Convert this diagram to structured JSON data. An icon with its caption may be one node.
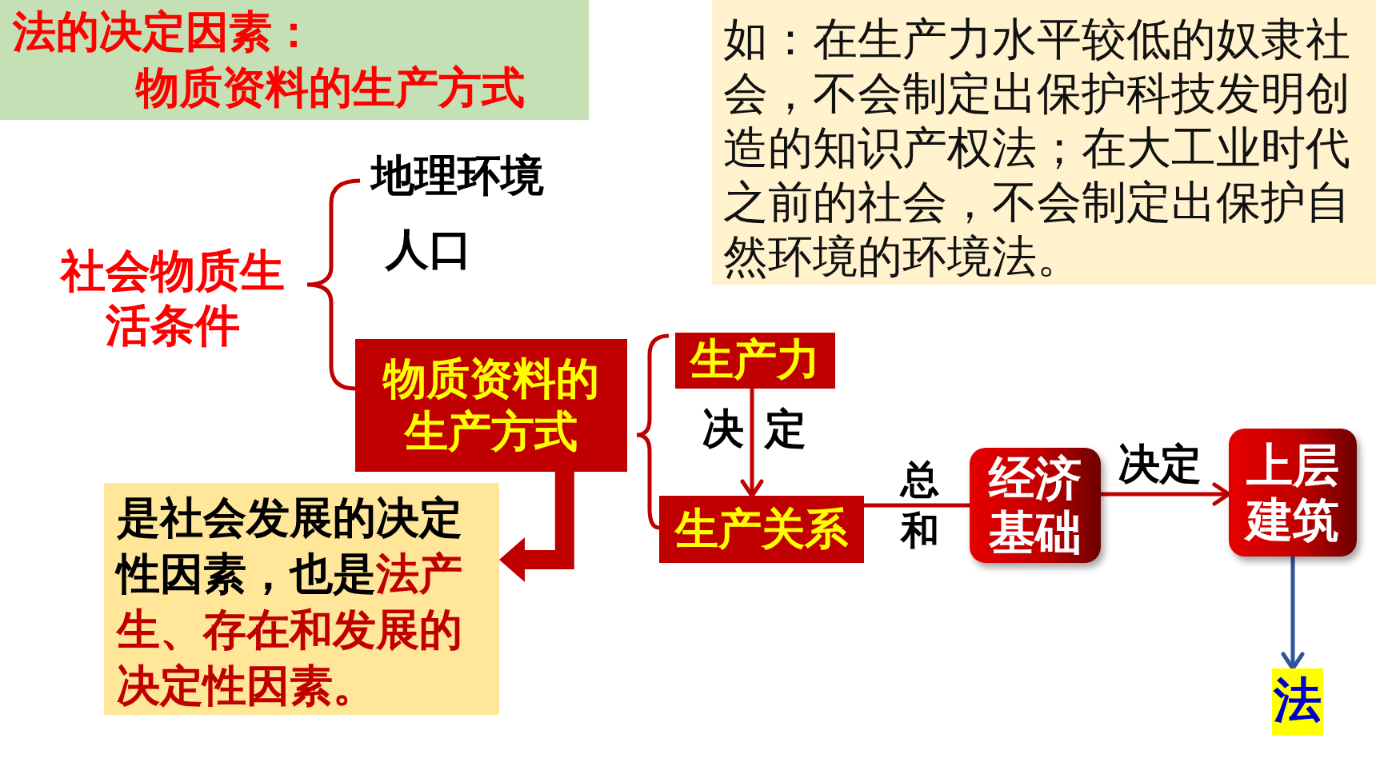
{
  "diagram": {
    "nodes": [
      {
        "text": [
          "法的决定因素：",
          "物质资料的生产方式"
        ]
      },
      {
        "text": [
          "如：在生产力水平较低的奴隶社会，不会制定出保护科技发明创造的知识产权法；在大工业时代之前的社会，不会制定出保护自然环境的环境法。"
        ]
      },
      {
        "text": [
          "物质资料的生产方式"
        ]
      },
      {
        "text": [
          "生产力"
        ]
      },
      {
        "text": [
          "生产关系"
        ]
      },
      {
        "text": [
          "是社会发展的决定性因素，也是**法产生、存在和发展的决定性因素。**"
        ]
      },
      {
        "text": [
          "经济基础"
        ]
      },
      {
        "text": [
          "上层建筑"
        ]
      },
      {
        "text": [
          "法"
        ]
      }
    ],
    "edges": [
      {
        "from": 2,
        "to": 5,
        "arrow": "to",
        "style": "thick"
      },
      {
        "from": 3,
        "to": 4,
        "arrow": "to",
        "label": "决定"
      },
      {
        "from": 4,
        "to": 6,
        "arrow": "none",
        "label": "总和"
      },
      {
        "from": 6,
        "to": 7,
        "arrow": "to",
        "label": "决定"
      },
      {
        "from": 7,
        "to": 8,
        "arrow": "to",
        "color": "#2f5597"
      }
    ],
    "labels": [
      "社会物质生活条件",
      "地理环境",
      "人口"
    ]
  }
}
